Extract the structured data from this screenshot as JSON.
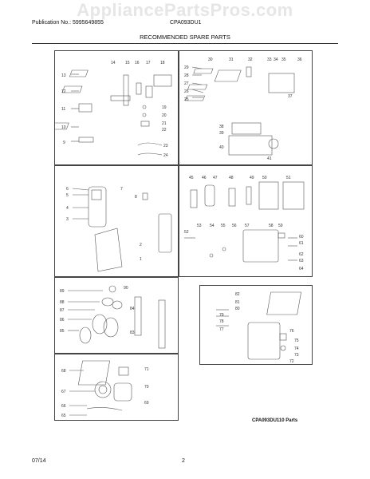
{
  "watermark": "AppliancePartsPros.com",
  "header": {
    "publication": "Publication No.: 5995649855",
    "model": "CPA093DU1"
  },
  "title": "RECOMMENDED SPARE PARTS",
  "panels": {
    "p1": [
      "14",
      "15",
      "16",
      "17",
      "18",
      "13",
      "12",
      "11",
      "10",
      "9",
      "19",
      "20",
      "21",
      "22",
      "23",
      "24"
    ],
    "p2": [
      "30",
      "31",
      "32",
      "33",
      "34",
      "35",
      "36",
      "29",
      "28",
      "27",
      "26",
      "25",
      "37",
      "38",
      "39",
      "40",
      "41"
    ],
    "p3": [
      "6",
      "5",
      "4",
      "3",
      "7",
      "8",
      "2",
      "1"
    ],
    "p4": [
      "45",
      "46",
      "47",
      "48",
      "49",
      "50",
      "51",
      "52",
      "53",
      "54",
      "55",
      "56",
      "57",
      "58",
      "59",
      "60",
      "61",
      "62",
      "63",
      "64"
    ],
    "p5": [
      "89",
      "88",
      "87",
      "86",
      "85",
      "84",
      "83",
      "90"
    ],
    "p6": [
      "82",
      "81",
      "80",
      "79",
      "78",
      "77",
      "76",
      "75",
      "74",
      "73",
      "72"
    ],
    "p7": [
      "68",
      "67",
      "66",
      "65",
      "71",
      "70",
      "69"
    ]
  },
  "caption": "CPA093DU110 Parts",
  "footer": {
    "date": "07/14",
    "page": "2"
  }
}
